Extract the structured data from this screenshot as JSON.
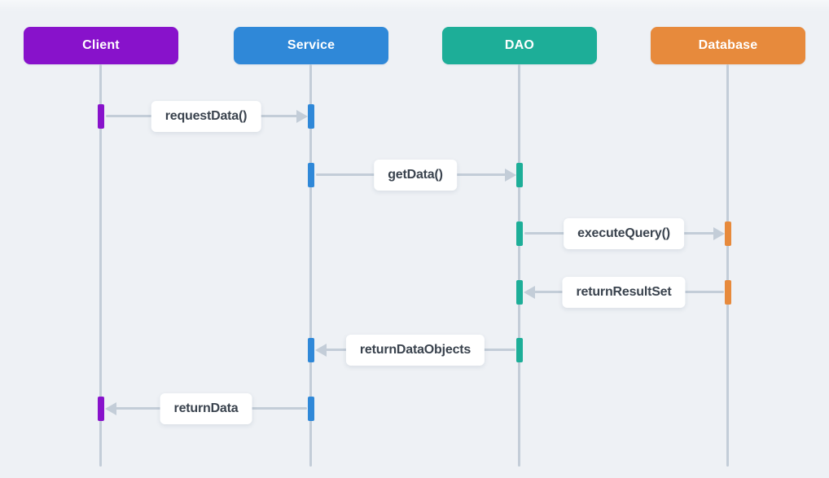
{
  "diagram": {
    "type": "sequence",
    "background_color": "#eef1f5",
    "line_color": "#c3cdd8",
    "label_text_color": "#3a434e",
    "actors": [
      {
        "id": "client",
        "label": "Client",
        "color": "#8812cb"
      },
      {
        "id": "service",
        "label": "Service",
        "color": "#2f88d8"
      },
      {
        "id": "dao",
        "label": "DAO",
        "color": "#1dae98"
      },
      {
        "id": "database",
        "label": "Database",
        "color": "#e78a3c"
      }
    ],
    "messages": [
      {
        "label": "requestData()",
        "from": "Client",
        "to": "Service",
        "direction": "right"
      },
      {
        "label": "getData()",
        "from": "Service",
        "to": "DAO",
        "direction": "right"
      },
      {
        "label": "executeQuery()",
        "from": "DAO",
        "to": "Database",
        "direction": "right"
      },
      {
        "label": "returnResultSet",
        "from": "Database",
        "to": "DAO",
        "direction": "left"
      },
      {
        "label": "returnDataObjects",
        "from": "DAO",
        "to": "Service",
        "direction": "left"
      },
      {
        "label": "returnData",
        "from": "Service",
        "to": "Client",
        "direction": "left"
      }
    ]
  }
}
